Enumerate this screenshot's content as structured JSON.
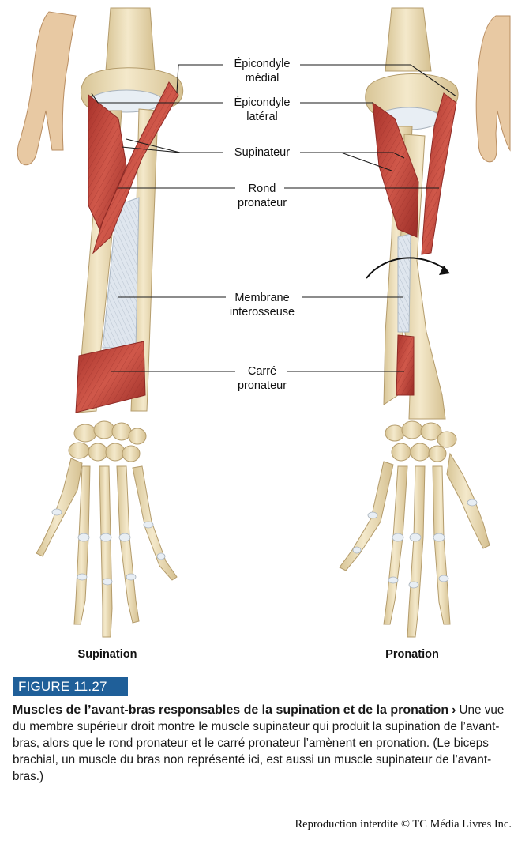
{
  "labels": {
    "epicondyle_medial": [
      "Épicondyle",
      "médial"
    ],
    "epicondyle_lateral": [
      "Épicondyle",
      "latéral"
    ],
    "supinator": "Supinateur",
    "pronator_teres": [
      "Rond",
      "pronateur"
    ],
    "interosseous_membrane": [
      "Membrane",
      "interosseuse"
    ],
    "pronator_quadratus": [
      "Carré",
      "pronateur"
    ]
  },
  "views": {
    "left": "Supination",
    "right": "Pronation"
  },
  "caption": {
    "figure_tag": "FIGURE 11.27",
    "title": "Muscles de l’avant-bras responsables de la supination et de la pronation",
    "arrow": "›",
    "body": "Une vue du membre supérieur droit montre le muscle supinateur qui produit la supination de l’avant-bras, alors que le rond pronateur et le carré pronateur l’amènent en pronation. (Le biceps brachial, un muscle du bras non représenté ici, est aussi un muscle supinateur de l’avant-bras.)"
  },
  "copyright": "Reproduction interdite © TC Média Livres Inc.",
  "colors": {
    "bone": "#efe2bf",
    "bone_shade": "#d9c69a",
    "bone_outline": "#b49c6c",
    "muscle": "#c0443a",
    "muscle_dark": "#8e2a25",
    "cartilage": "#e8eef4",
    "membrane": "#dfe6ee",
    "skin": "#e8c9a3",
    "leader_line": "#1a1a1a",
    "figure_tag_bg": "#1f5f99"
  }
}
